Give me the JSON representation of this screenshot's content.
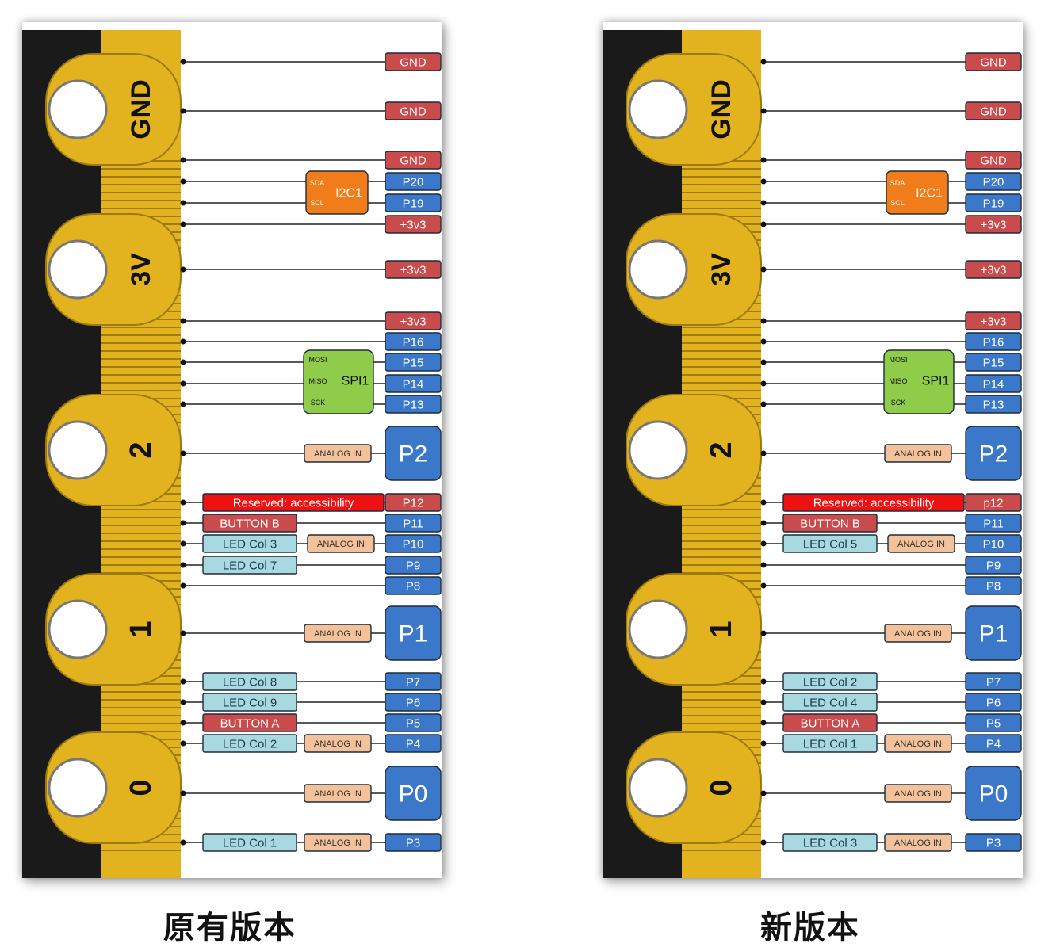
{
  "captions": {
    "left": "原有版本",
    "right": "新版本"
  },
  "pads": [
    "GND",
    "3V",
    "2",
    "1",
    "0"
  ],
  "colors": {
    "gnd": "#c94b4b",
    "power": "#c94b4b",
    "pin": "#3b78c9",
    "analog": "#f3c29a",
    "ledcol": "#a8d8e0",
    "button": "#c94b4b",
    "reserved": "#ee1111",
    "i2c": "#f07d1a",
    "spi": "#8fcc4a",
    "gold": "#e2b21f",
    "board": "#1a1a1a"
  },
  "left": {
    "pins": [
      "GND",
      "GND",
      "GND",
      "P20",
      "P19",
      "+3v3",
      "+3v3",
      "+3v3",
      "P16",
      "P15",
      "P14",
      "P13",
      "P2",
      "P12",
      "P11",
      "P10",
      "P9",
      "P8",
      "P1",
      "P7",
      "P6",
      "P5",
      "P4",
      "P0",
      "P3"
    ],
    "i2c": {
      "name": "I2C1",
      "sda": "SDA",
      "scl": "SCL"
    },
    "spi": {
      "name": "SPI1",
      "mosi": "MOSI",
      "miso": "MISO",
      "sck": "SCK"
    },
    "analog": "ANALOG IN",
    "reserved": "Reserved: accessibility",
    "labels": {
      "p11": "BUTTON B",
      "p10": "LED Col 3",
      "p9": "LED Col 7",
      "p7": "LED Col 8",
      "p6": "LED Col 9",
      "p5": "BUTTON A",
      "p4": "LED Col 2",
      "p3": "LED Col 1"
    }
  },
  "right": {
    "pins": [
      "GND",
      "GND",
      "GND",
      "P20",
      "P19",
      "+3v3",
      "+3v3",
      "+3v3",
      "P16",
      "P15",
      "P14",
      "P13",
      "P2",
      "p12",
      "P11",
      "P10",
      "P9",
      "P8",
      "P1",
      "P7",
      "P6",
      "P5",
      "P4",
      "P0",
      "P3"
    ],
    "i2c": {
      "name": "I2C1",
      "sda": "SDA",
      "scl": "SCL"
    },
    "spi": {
      "name": "SPI1",
      "mosi": "MOSI",
      "miso": "MISO",
      "sck": "SCK"
    },
    "analog": "ANALOG IN",
    "reserved": "Reserved: accessibility",
    "labels": {
      "p11": "BUTTON B",
      "p10": "LED Col 5",
      "p7": "LED Col 2",
      "p6": "LED Col 4",
      "p5": "BUTTON A",
      "p4": "LED Col 1",
      "p3": "LED Col 3"
    }
  }
}
